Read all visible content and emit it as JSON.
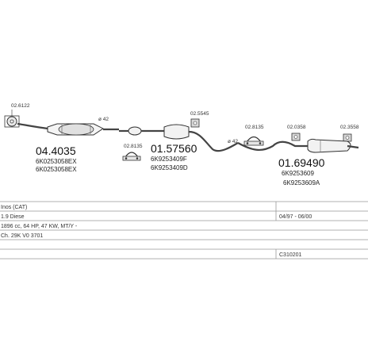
{
  "parts": {
    "cat_code": "02.6122",
    "cat_main": "04.4035",
    "cat_oem_1": "6K0253058EX",
    "cat_oem_2": "6K0253058EX",
    "front_pipe_size_1": "ø 42",
    "clamp_code_1": "02.8135",
    "mid_main": "01.57560",
    "mid_oem_1": "6K9253409F",
    "mid_oem_2": "6K9253409D",
    "hanger_code_1": "02.5545",
    "pipe_size_2": "ø 42",
    "clamp_code_2": "02.8135",
    "hanger_code_2": "02.0358",
    "rear_hanger_code": "02.3558",
    "rear_main": "01.69490",
    "rear_oem_1": "6K9253609",
    "rear_oem_2": "6K9253609A"
  },
  "table": {
    "row1_left": "Inos (CAT)",
    "row2_left": "1.9 Diese",
    "row2_right": "04/97 - 06/00",
    "row3_left": "1896 cc, 64 HP, 47 KW, MT/Y -",
    "row4_left": "Ch. 29K V0 3701",
    "row5_right": "C310201"
  }
}
